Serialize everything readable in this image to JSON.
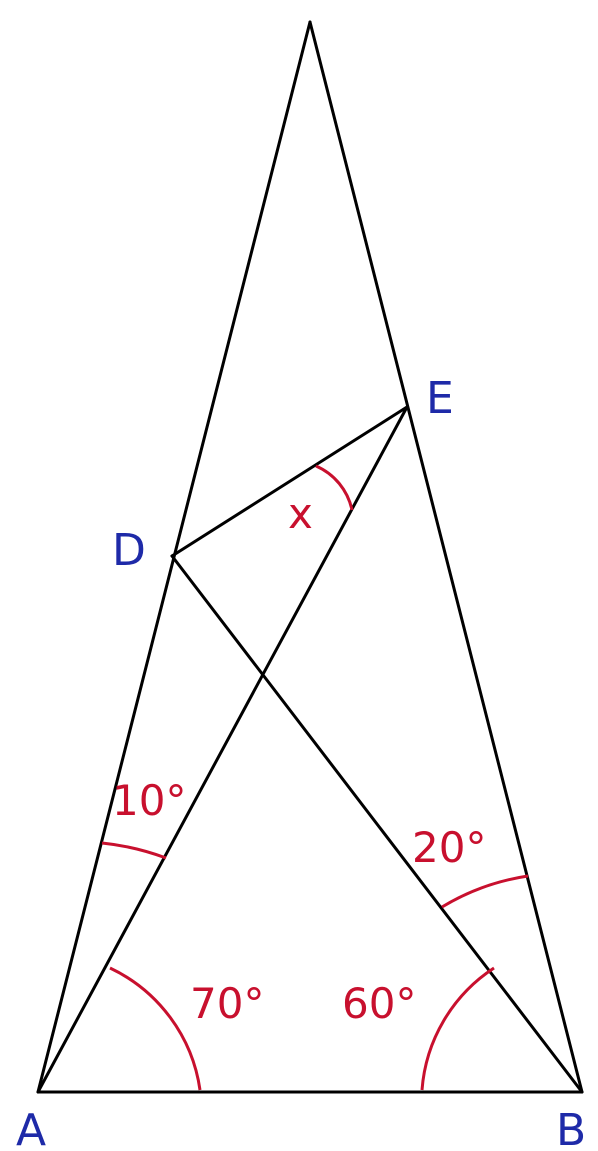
{
  "diagram": {
    "point_color": "#1e2aa8",
    "angle_color": "#c8102e",
    "points": {
      "A": "A",
      "B": "B",
      "D": "D",
      "E": "E"
    },
    "angles": {
      "a70": "70°",
      "b60": "60°",
      "a10": "10°",
      "b20": "20°",
      "x": "x"
    }
  }
}
